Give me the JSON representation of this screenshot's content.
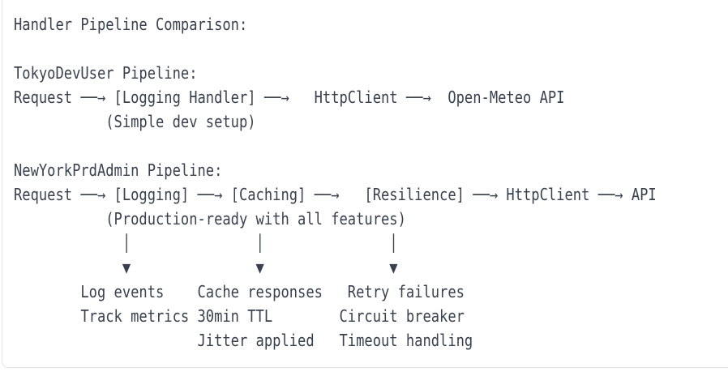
{
  "colors": {
    "text": "#3a414e",
    "card_border": "#e2e5e9",
    "background": "#ffffff"
  },
  "diagram": {
    "title": "Handler Pipeline Comparison:",
    "pipeline1": {
      "name": "TokyoDevUser Pipeline:",
      "flow": "Request ──→ [Logging Handler] ──→   HttpClient ──→  Open-Meteo API",
      "note": "           (Simple dev setup)",
      "stages": [
        "Request",
        "[Logging Handler]",
        "HttpClient",
        "Open-Meteo API"
      ]
    },
    "pipeline2": {
      "name": "NewYorkPrdAdmin Pipeline:",
      "flow": "Request ──→ [Logging] ──→ [Caching] ──→   [Resilience] ──→ HttpClient ──→ API",
      "note": "           (Production-ready with all features)",
      "stages": [
        "Request",
        "[Logging]",
        "[Caching]",
        "[Resilience]",
        "HttpClient",
        "API"
      ],
      "connector_bars": "             │               │               │",
      "connector_arrowheads": "             ▼               ▼               ▼",
      "annotation_rows": [
        "        Log events    Cache responses   Retry failures",
        "        Track metrics 30min TTL        Circuit breaker",
        "                      Jitter applied   Timeout handling"
      ],
      "annotations": {
        "logging": [
          "Log events",
          "Track metrics"
        ],
        "caching": [
          "Cache responses",
          "30min TTL",
          "Jitter applied"
        ],
        "resilience": [
          "Retry failures",
          "Circuit breaker",
          "Timeout handling"
        ]
      }
    }
  }
}
